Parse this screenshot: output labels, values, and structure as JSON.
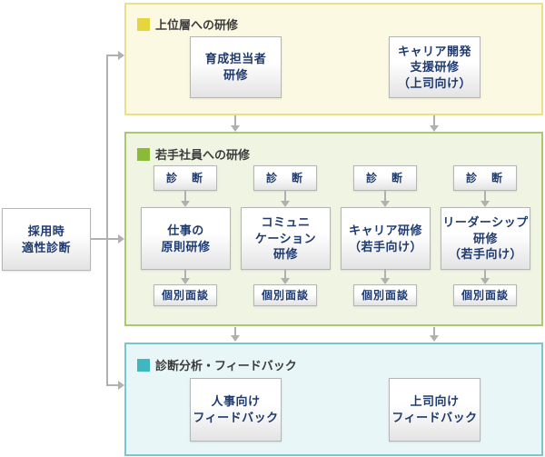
{
  "colors": {
    "top_accent": "#e7d53d",
    "middle_accent": "#8aba37",
    "bottom_accent": "#3eb7c1",
    "top_bg": "#fcf9e3",
    "top_border": "#ebe08a",
    "middle_bg": "#f0f5e3",
    "middle_border": "#aac86c",
    "bottom_bg": "#e9f6f7",
    "bottom_border": "#74c8cf",
    "box_text": "#1e3a6e",
    "connector": "#b0b0b0"
  },
  "start_box": {
    "label": "採用時\n適性診断"
  },
  "sections": {
    "top": {
      "title": "上位層への研修",
      "boxes": [
        {
          "label": "育成担当者\n研修"
        },
        {
          "label": "キャリア開発\n支援研修\n（上司向け）"
        }
      ]
    },
    "middle": {
      "title": "若手社員への研修",
      "columns": [
        {
          "diagnosis": "診　断",
          "training": "仕事の\n原則研修",
          "interview": "個別面談"
        },
        {
          "diagnosis": "診　断",
          "training": "コミュニ\nケーション\n研修",
          "interview": "個別面談"
        },
        {
          "diagnosis": "診　断",
          "training": "キャリア研修\n（若手向け）",
          "interview": "個別面談"
        },
        {
          "diagnosis": "診　断",
          "training": "リーダーシップ\n研修\n（若手向け）",
          "interview": "個別面談"
        }
      ]
    },
    "bottom": {
      "title": "診断分析・フィードバック",
      "boxes": [
        {
          "label": "人事向け\nフィードバック"
        },
        {
          "label": "上司向け\nフィードバック"
        }
      ]
    }
  }
}
